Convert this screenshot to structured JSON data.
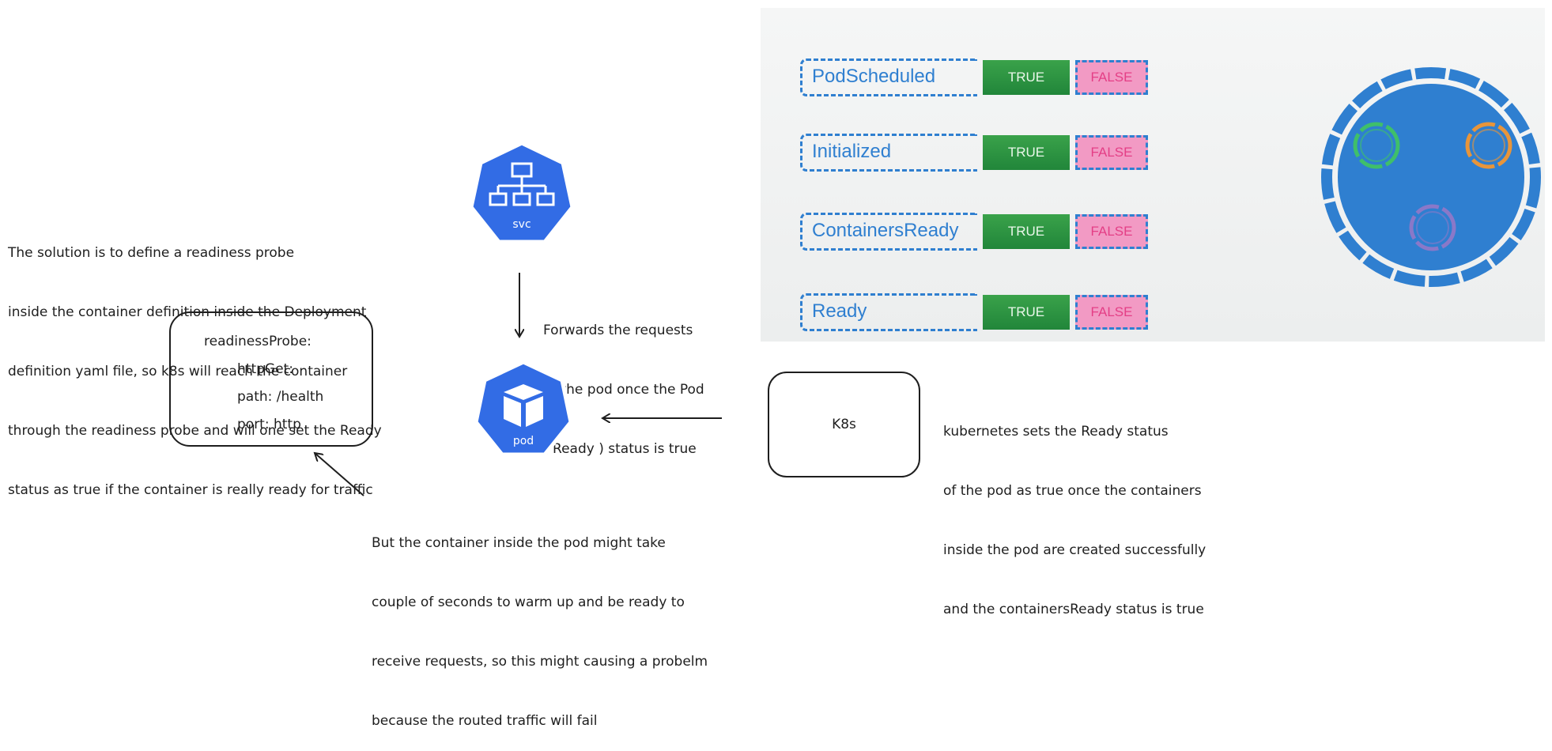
{
  "notes": {
    "solution": [
      "The solution is to define a readiness probe",
      "inside the container definition inside the Deployment",
      "definition yaml file, so k8s will reach the container",
      "through the readiness probe and will one set the Ready",
      "status as true if the container is really ready for traffic"
    ],
    "forwards": [
      "Forwards the requests",
      "to the pod once the Pod",
      "( Ready ) status is true"
    ],
    "kubernetes_sets": [
      "kubernetes sets the Ready status",
      "of the pod as true once the containers",
      "inside the pod are created successfully",
      "and the containersReady status is true"
    ],
    "warmup": [
      "But the container inside the pod might take",
      "couple of seconds to warm up and be ready to",
      "receive requests, so this might causing a probelm",
      "because the routed traffic will fail"
    ]
  },
  "readiness_probe": {
    "line1": "readinessProbe:",
    "line2": "httpGet:",
    "line3": "path: /health",
    "line4": "port: http"
  },
  "k8s_box_label": "K8s",
  "svc_icon": {
    "icon": "kubernetes-svc-icon",
    "label": "svc"
  },
  "pod_icon": {
    "icon": "kubernetes-pod-icon",
    "label": "pod"
  },
  "conditions": [
    {
      "name": "PodScheduled",
      "true_label": "TRUE",
      "false_label": "FALSE"
    },
    {
      "name": "Initialized",
      "true_label": "TRUE",
      "false_label": "FALSE"
    },
    {
      "name": "ContainersReady",
      "true_label": "TRUE",
      "false_label": "FALSE"
    },
    {
      "name": "Ready",
      "true_label": "TRUE",
      "false_label": "FALSE"
    }
  ],
  "pod_circle": {
    "icon": "pod-circle-icon",
    "fill": "#2f7fd0",
    "containers": [
      {
        "icon": "container-ring-icon",
        "color": "#3fbf6a"
      },
      {
        "icon": "container-ring-icon",
        "color": "#e8953a"
      },
      {
        "icon": "container-ring-icon",
        "color": "#8a78c8"
      }
    ]
  },
  "colors": {
    "k8s_blue": "#326ce5",
    "true_green": "#21863a",
    "false_pink": "#f29ac4",
    "label_blue": "#2f7fd0"
  }
}
